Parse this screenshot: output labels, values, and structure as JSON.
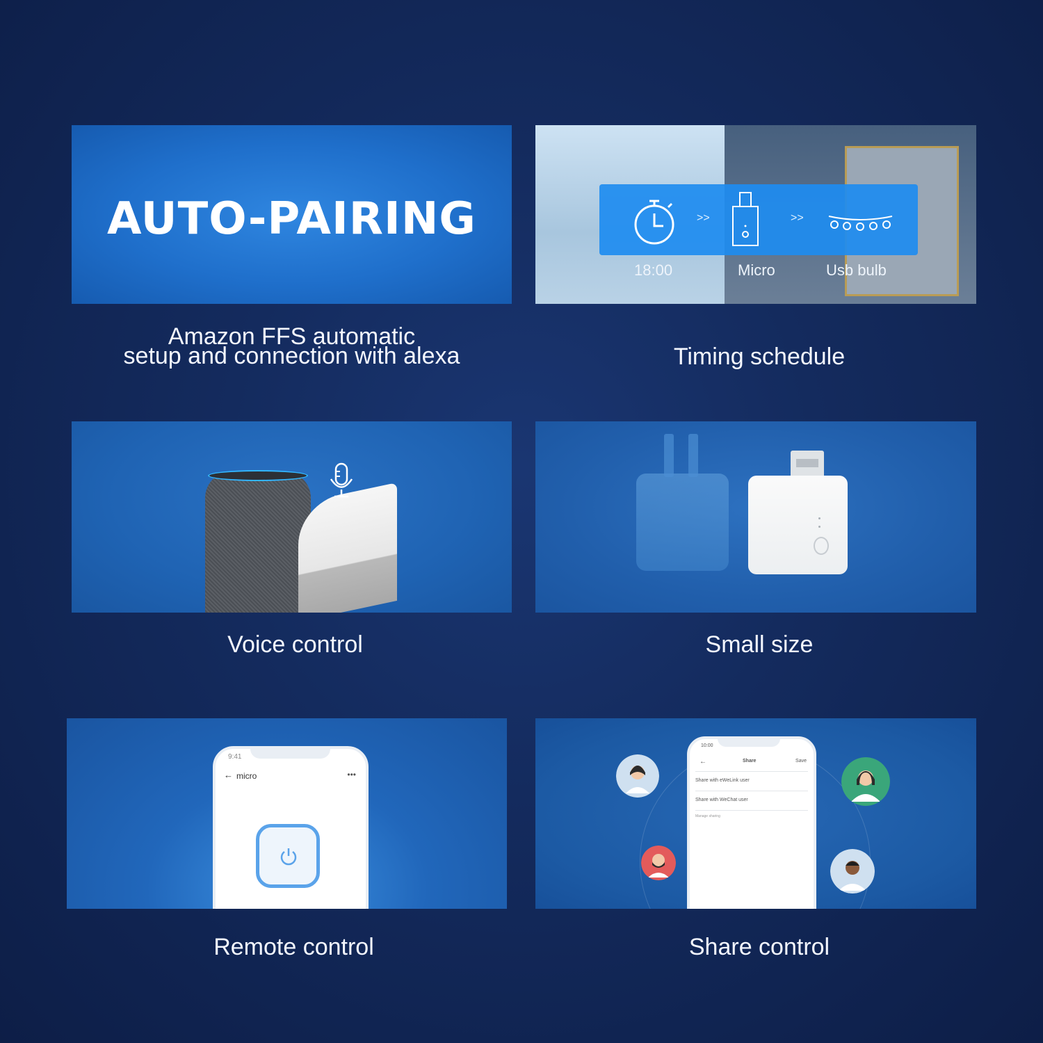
{
  "panels": {
    "auto_pairing": {
      "heading": "AUTO-PAIRING",
      "caption": "Amazon FFS  automatic\nsetup and connection with alexa"
    },
    "timing": {
      "caption": "Timing schedule",
      "labels": {
        "time": "18:00",
        "device": "Micro",
        "bulb": "Usb bulb"
      },
      "arrow": ">>"
    },
    "voice": {
      "caption": "Voice control"
    },
    "size": {
      "caption": "Small size"
    },
    "remote": {
      "caption": "Remote control",
      "phone_time": "9:41",
      "phone_back": "←",
      "phone_title": "micro",
      "phone_menu": "•••"
    },
    "share": {
      "caption": "Share control",
      "phone_time": "10:00",
      "phone_back": "←",
      "phone_title": "Share",
      "phone_save": "Save",
      "rows": [
        "Share with eWeLink user",
        "Share with WeChat user",
        "Manage sharing"
      ]
    }
  },
  "colors": {
    "background": "#142b5e",
    "panel_blue": "#1f6fcb",
    "card_blue": "#1e8cf0",
    "accent_ring": "#33b6ff"
  },
  "icons": [
    "timer-icon",
    "usb-switch-icon",
    "light-bulb-string-icon",
    "microphone-icon",
    "power-icon",
    "avatar-icon"
  ]
}
